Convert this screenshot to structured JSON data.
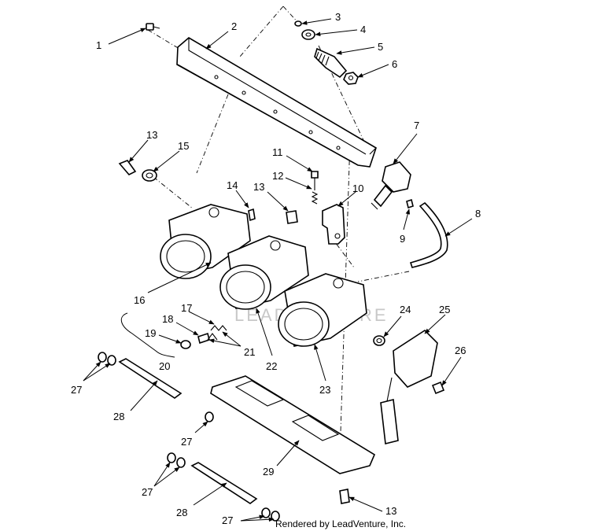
{
  "callouts": [
    "1",
    "2",
    "3",
    "4",
    "5",
    "6",
    "7",
    "8",
    "9",
    "10",
    "11",
    "12",
    "13",
    "13",
    "13",
    "14",
    "15",
    "16",
    "17",
    "18",
    "19",
    "20",
    "21",
    "21",
    "22",
    "23",
    "24",
    "25",
    "26",
    "27",
    "27",
    "27",
    "27",
    "28",
    "28",
    "29"
  ],
  "watermark": "LEADVENTURE",
  "credit": "Rendered by LeadVenture, Inc."
}
